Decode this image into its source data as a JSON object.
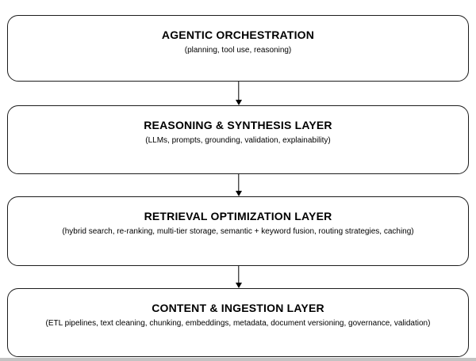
{
  "diagram": {
    "type": "flowchart",
    "direction": "top-down",
    "layers": [
      {
        "id": "agentic-orchestration",
        "title": "AGENTIC ORCHESTRATION",
        "subtitle": "(planning, tool use, reasoning)"
      },
      {
        "id": "reasoning-synthesis-layer",
        "title": "REASONING & SYNTHESIS LAYER",
        "subtitle": "(LLMs, prompts, grounding, validation, explainability)"
      },
      {
        "id": "retrieval-optimization-layer",
        "title": "RETRIEVAL OPTIMIZATION LAYER",
        "subtitle": "(hybrid search, re-ranking, multi-tier storage, semantic + keyword fusion, routing strategies, caching)"
      },
      {
        "id": "content-ingestion-layer",
        "title": "CONTENT & INGESTION LAYER",
        "subtitle": "(ETL pipelines, text cleaning, chunking, embeddings, metadata, document versioning, governance, validation)"
      }
    ],
    "connections": [
      {
        "from": "agentic-orchestration",
        "to": "reasoning-synthesis-layer",
        "direction": "down"
      },
      {
        "from": "reasoning-synthesis-layer",
        "to": "retrieval-optimization-layer",
        "direction": "down"
      },
      {
        "from": "retrieval-optimization-layer",
        "to": "content-ingestion-layer",
        "direction": "down"
      }
    ],
    "colors": {
      "background": "#ffffff",
      "box_fill": "#ffffff",
      "box_border": "#1c1c1c",
      "text": "#000000",
      "arrow": "#000000",
      "bottom_strip": "#c3c3c3"
    }
  }
}
